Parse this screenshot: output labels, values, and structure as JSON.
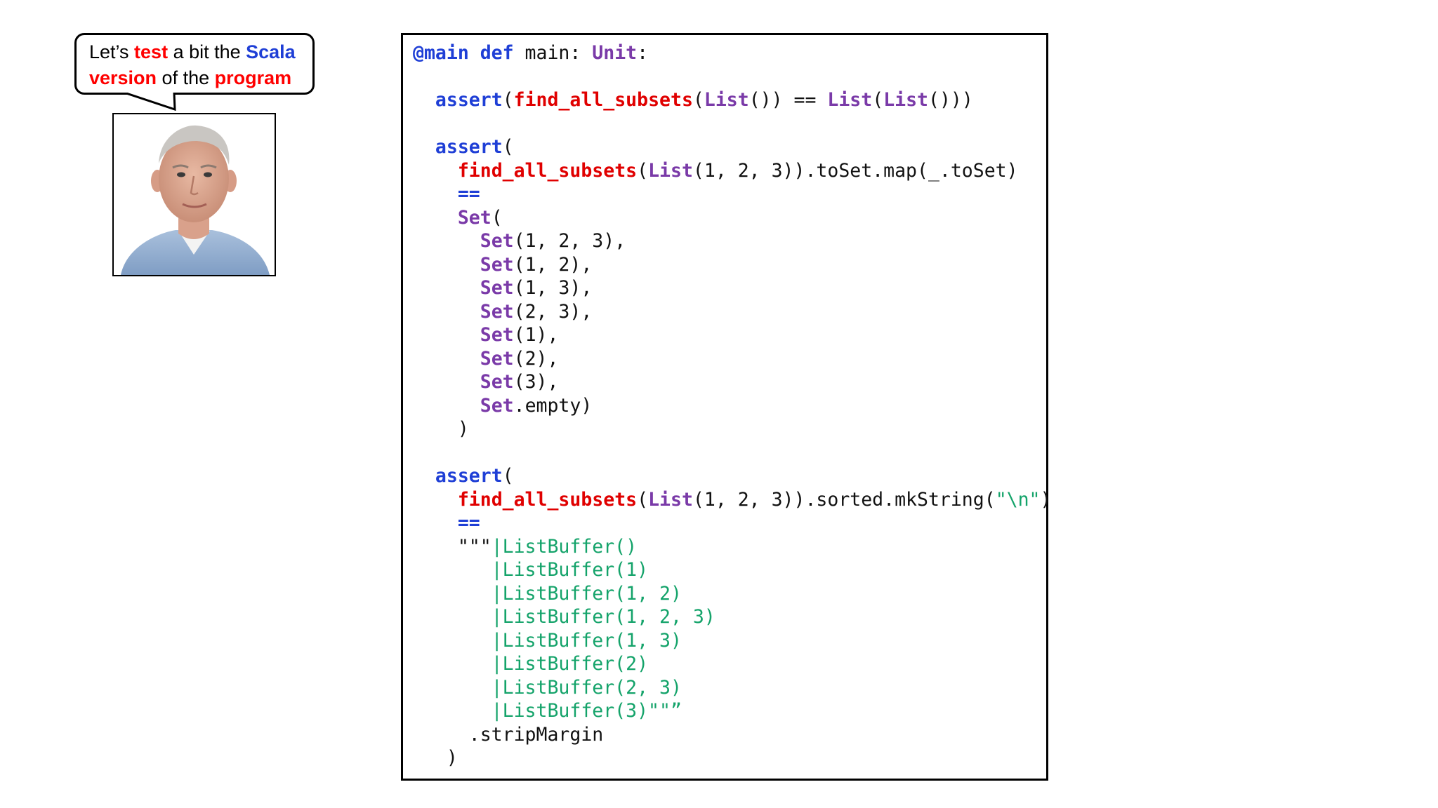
{
  "bubble": {
    "parts": [
      {
        "text": "Let’s ",
        "style": "plain"
      },
      {
        "text": "test",
        "style": "red"
      },
      {
        "text": " a bit the ",
        "style": "plain"
      },
      {
        "text": "Scala",
        "style": "blue"
      },
      {
        "text": "\n",
        "style": "break"
      },
      {
        "text": "version",
        "style": "red"
      },
      {
        "text": " of the ",
        "style": "plain"
      },
      {
        "text": "program",
        "style": "red"
      }
    ]
  },
  "colors": {
    "keyword": "#1f3fd6",
    "function": "#e00000",
    "type": "#7a3aa8",
    "string": "#14a36a",
    "plain": "#111111"
  },
  "code": {
    "lines": [
      [
        [
          "kw",
          "@main def"
        ],
        [
          "pl",
          " main: "
        ],
        [
          "ty",
          "Unit"
        ],
        [
          "pl",
          ":"
        ]
      ],
      [],
      [
        [
          "pl",
          "  "
        ],
        [
          "kw",
          "assert"
        ],
        [
          "pl",
          "("
        ],
        [
          "fn",
          "find_all_subsets"
        ],
        [
          "pl",
          "("
        ],
        [
          "ty",
          "List"
        ],
        [
          "pl",
          "()) == "
        ],
        [
          "ty",
          "List"
        ],
        [
          "pl",
          "("
        ],
        [
          "ty",
          "List"
        ],
        [
          "pl",
          "()))"
        ]
      ],
      [],
      [
        [
          "pl",
          "  "
        ],
        [
          "kw",
          "assert"
        ],
        [
          "pl",
          "("
        ]
      ],
      [
        [
          "pl",
          "    "
        ],
        [
          "fn",
          "find_all_subsets"
        ],
        [
          "pl",
          "("
        ],
        [
          "ty",
          "List"
        ],
        [
          "pl",
          "(1, 2, 3)).toSet.map(_.toSet)"
        ]
      ],
      [
        [
          "pl",
          "    "
        ],
        [
          "kw",
          "=="
        ]
      ],
      [
        [
          "pl",
          "    "
        ],
        [
          "ty",
          "Set"
        ],
        [
          "pl",
          "("
        ]
      ],
      [
        [
          "pl",
          "      "
        ],
        [
          "ty",
          "Set"
        ],
        [
          "pl",
          "(1, 2, 3),"
        ]
      ],
      [
        [
          "pl",
          "      "
        ],
        [
          "ty",
          "Set"
        ],
        [
          "pl",
          "(1, 2),"
        ]
      ],
      [
        [
          "pl",
          "      "
        ],
        [
          "ty",
          "Set"
        ],
        [
          "pl",
          "(1, 3),"
        ]
      ],
      [
        [
          "pl",
          "      "
        ],
        [
          "ty",
          "Set"
        ],
        [
          "pl",
          "(2, 3),"
        ]
      ],
      [
        [
          "pl",
          "      "
        ],
        [
          "ty",
          "Set"
        ],
        [
          "pl",
          "(1),"
        ]
      ],
      [
        [
          "pl",
          "      "
        ],
        [
          "ty",
          "Set"
        ],
        [
          "pl",
          "(2),"
        ]
      ],
      [
        [
          "pl",
          "      "
        ],
        [
          "ty",
          "Set"
        ],
        [
          "pl",
          "(3),"
        ]
      ],
      [
        [
          "pl",
          "      "
        ],
        [
          "ty",
          "Set"
        ],
        [
          "pl",
          ".empty)"
        ]
      ],
      [
        [
          "pl",
          "    )"
        ]
      ],
      [],
      [
        [
          "pl",
          "  "
        ],
        [
          "kw",
          "assert"
        ],
        [
          "pl",
          "("
        ]
      ],
      [
        [
          "pl",
          "    "
        ],
        [
          "fn",
          "find_all_subsets"
        ],
        [
          "pl",
          "("
        ],
        [
          "ty",
          "List"
        ],
        [
          "pl",
          "(1, 2, 3)).sorted.mkString("
        ],
        [
          "st",
          "\"\\n\""
        ],
        [
          "pl",
          ")"
        ]
      ],
      [
        [
          "pl",
          "    "
        ],
        [
          "kw",
          "=="
        ]
      ],
      [
        [
          "pl",
          "    \"\"\""
        ],
        [
          "st",
          "|ListBuffer()"
        ]
      ],
      [
        [
          "st",
          "       |ListBuffer(1)"
        ]
      ],
      [
        [
          "st",
          "       |ListBuffer(1, 2)"
        ]
      ],
      [
        [
          "st",
          "       |ListBuffer(1, 2, 3)"
        ]
      ],
      [
        [
          "st",
          "       |ListBuffer(1, 3)"
        ]
      ],
      [
        [
          "st",
          "       |ListBuffer(2)"
        ]
      ],
      [
        [
          "st",
          "       |ListBuffer(2, 3)"
        ]
      ],
      [
        [
          "st",
          "       |ListBuffer(3)\"\"”"
        ]
      ],
      [
        [
          "pl",
          "     .stripMargin"
        ]
      ],
      [
        [
          "pl",
          "   )"
        ]
      ]
    ]
  }
}
